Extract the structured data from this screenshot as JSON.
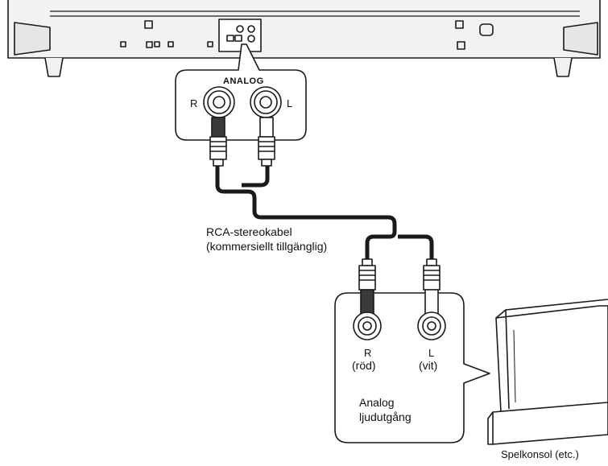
{
  "device_panel": {
    "port_label": "ANALOG",
    "right_channel": "R",
    "left_channel": "L"
  },
  "cable": {
    "name_line1": "RCA-stereokabel",
    "name_line2": "(kommersiellt tillgänglig)"
  },
  "console_panel": {
    "right_channel": "R",
    "right_color": "(röd)",
    "left_channel": "L",
    "left_color": "(vit)",
    "output_line1": "Analog",
    "output_line2": "ljudutgång"
  },
  "console": {
    "caption": "Spelkonsol (etc.)"
  },
  "colors": {
    "outline": "#1a1a1a",
    "soundbar_fill": "#f2f2f2",
    "plug_red": "#3a3a3a",
    "plug_white": "#ffffff"
  },
  "icons": [
    "rca-jack-icon",
    "rca-plug-icon",
    "game-console-icon"
  ]
}
